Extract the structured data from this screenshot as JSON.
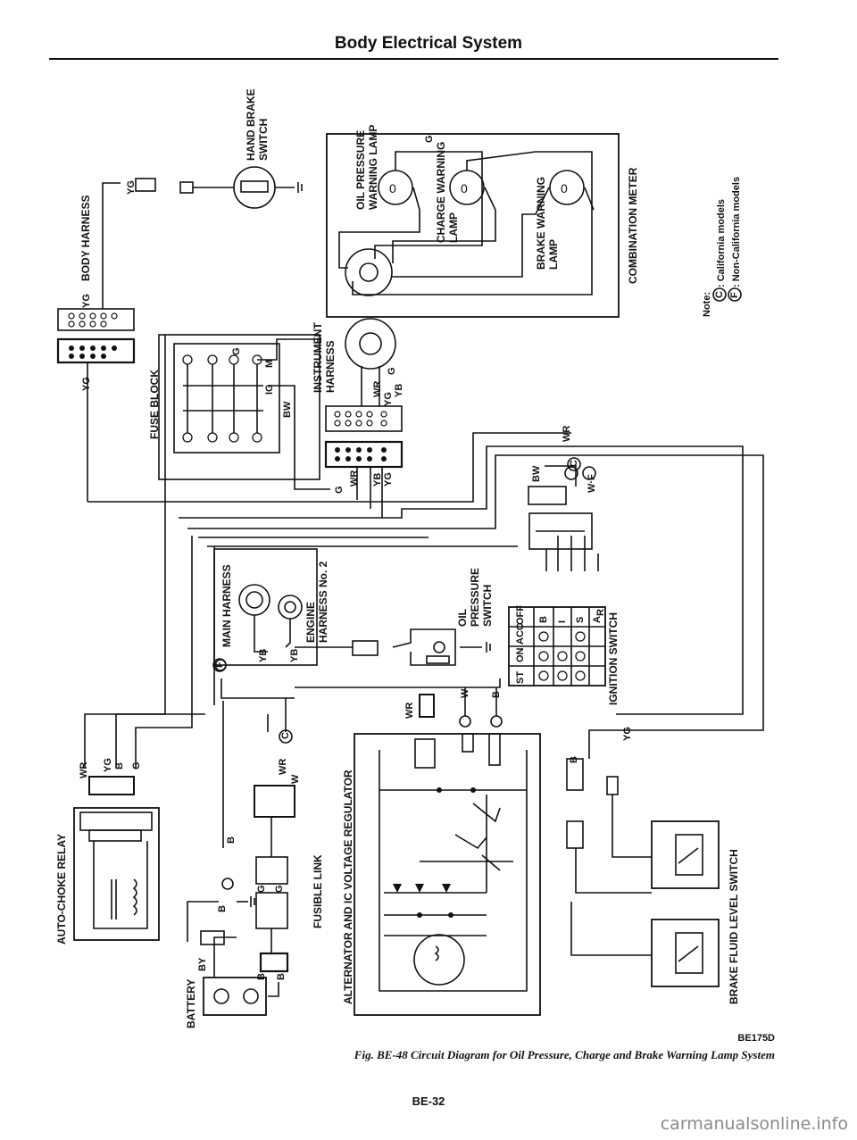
{
  "header": {
    "title": "Body Electrical System"
  },
  "components": {
    "body_harness": "BODY HARNESS",
    "hand_brake_switch": [
      "HAND BRAKE",
      "SWITCH"
    ],
    "oil_pressure_warning_lamp": [
      "OIL PRESSURE",
      "WARNING LAMP"
    ],
    "charge_warning_lamp": [
      "CHARGE WARNING",
      "LAMP"
    ],
    "brake_warning_lamp": [
      "BRAKE WARNING",
      "LAMP"
    ],
    "combination_meter": "COMBINATION METER",
    "fuse_block": "FUSE BLOCK",
    "instrument_harness": [
      "INSTRUMENT",
      "HARNESS"
    ],
    "main_harness": "MAIN HARNESS",
    "engine_harness_no2": [
      "ENGINE",
      "HARNESS No. 2"
    ],
    "oil_pressure_switch": [
      "OIL",
      "PRESSURE",
      "SWITCH"
    ],
    "ignition_switch": "IGNITION SWITCH",
    "auto_choke_relay": "AUTO-CHOKE RELAY",
    "battery": "BATTERY",
    "fusible_link": "FUSIBLE LINK",
    "alternator": "ALTERNATOR AND IC VOLTAGE REGULATOR",
    "brake_fluid_level_switch": "BRAKE FLUID LEVEL SWITCH"
  },
  "ignition_switch_table": {
    "columns": [
      "ST",
      "ON",
      "ACC",
      "OFF"
    ],
    "rows": [
      "B",
      "I",
      "S",
      "A",
      "R"
    ]
  },
  "fuse_block_labels": {
    "m": "M",
    "ig": "IG"
  },
  "wire_labels": {
    "yg": "YG",
    "g": "G",
    "wr": "WR",
    "yb": "YB",
    "b": "B",
    "bw": "BW",
    "by": "BY",
    "w": "W",
    "wf": "W·F",
    "c_mark": "C",
    "f_mark": "F"
  },
  "note": {
    "title": "Note:",
    "items": [
      {
        "mark": "C",
        "text": ": California models"
      },
      {
        "mark": "F",
        "text": ": Non-California models"
      }
    ]
  },
  "figure": {
    "code": "BE175D",
    "caption": "Fig. BE-48  Circuit Diagram for Oil Pressure, Charge and Brake Warning Lamp System"
  },
  "page_number": "BE-32",
  "watermark": "carmanualsonline.info"
}
